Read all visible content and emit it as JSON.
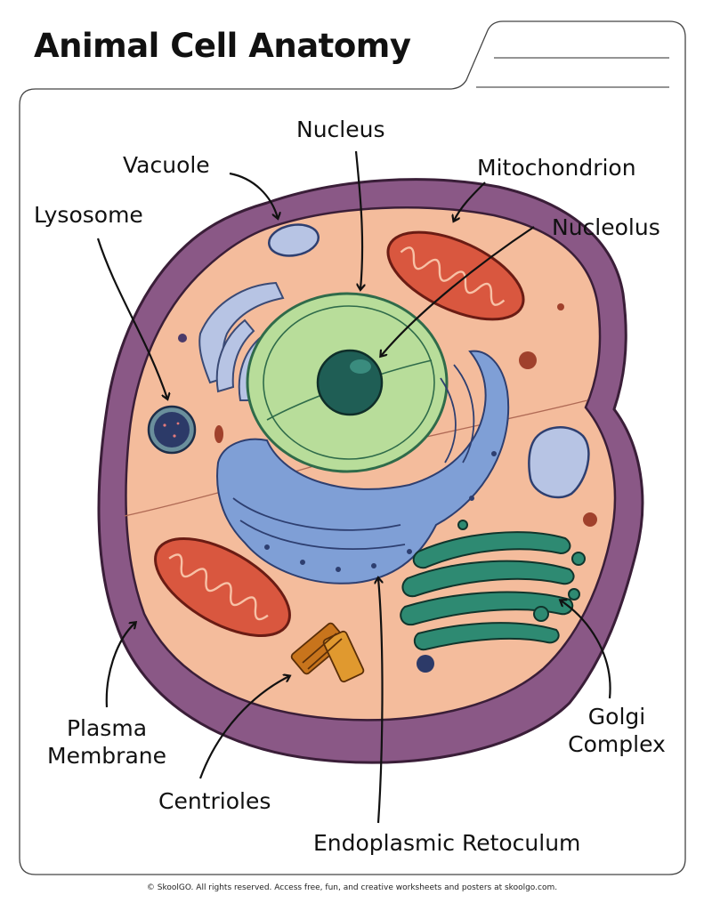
{
  "title": "Animal Cell Anatomy",
  "labels": {
    "nucleus": "Nucleus",
    "vacuole": "Vacuole",
    "mitochondrion": "Mitochondrion",
    "lysosome": "Lysosome",
    "nucleolus": "Nucleolus",
    "plasma_membrane_1": "Plasma",
    "plasma_membrane_2": "Membrane",
    "golgi_1": "Golgi",
    "golgi_2": "Complex",
    "centrioles": "Centrioles",
    "er": "Endoplasmic Retoculum"
  },
  "footer": "© SkoolGO. All rights reserved. Access free, fun, and creative worksheets and posters at skoolgo.com.",
  "colors": {
    "membrane": "#8a5886",
    "cytoplasm": "#f4bc9c",
    "nucleus": "#b8dd9a",
    "nucleolus": "#1f5e55",
    "rough_er": "#7f9fd6",
    "smooth_er": "#b7c4e4",
    "mitochondria": "#d9573f",
    "golgi": "#2e8a72",
    "centrioles": "#c8741c"
  }
}
